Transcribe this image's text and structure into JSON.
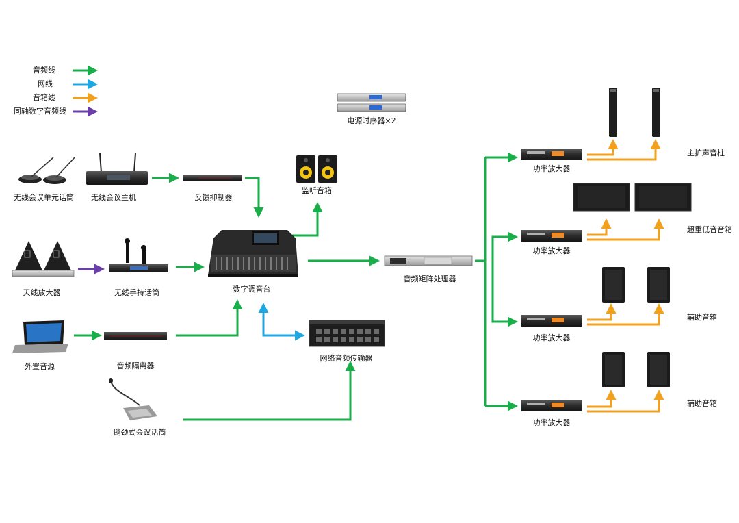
{
  "legend": {
    "audio": "音频线",
    "network": "网线",
    "speaker": "音箱线",
    "coax": "同轴数字音频线"
  },
  "colors": {
    "audio": "#1aae4b",
    "network": "#1ea7e1",
    "speaker": "#f2a11f",
    "coax": "#6a3da8"
  },
  "devices": {
    "wireless_mic_units": "无线会议单元话筒",
    "wireless_host": "无线会议主机",
    "feedback_suppressor": "反馈抑制器",
    "monitor_speakers": "监听音箱",
    "power_sequencer": "电源时序器×2",
    "antenna_amp": "天线放大器",
    "wireless_handheld": "无线手持话筒",
    "digital_mixer": "数字调音台",
    "external_source": "外置音源",
    "audio_isolator": "音频隔离器",
    "network_transmitter": "网络音频传输器",
    "gooseneck_mic": "鹅颈式会议话筒",
    "matrix_processor": "音频矩阵处理器",
    "amp_1": "功率放大器",
    "amp_2": "功率放大器",
    "amp_3": "功率放大器",
    "amp_4": "功率放大器",
    "main_column": "主扩声音柱",
    "subwoofer": "超重低音音箱",
    "aux_1": "辅助音箱",
    "aux_2": "辅助音箱"
  }
}
